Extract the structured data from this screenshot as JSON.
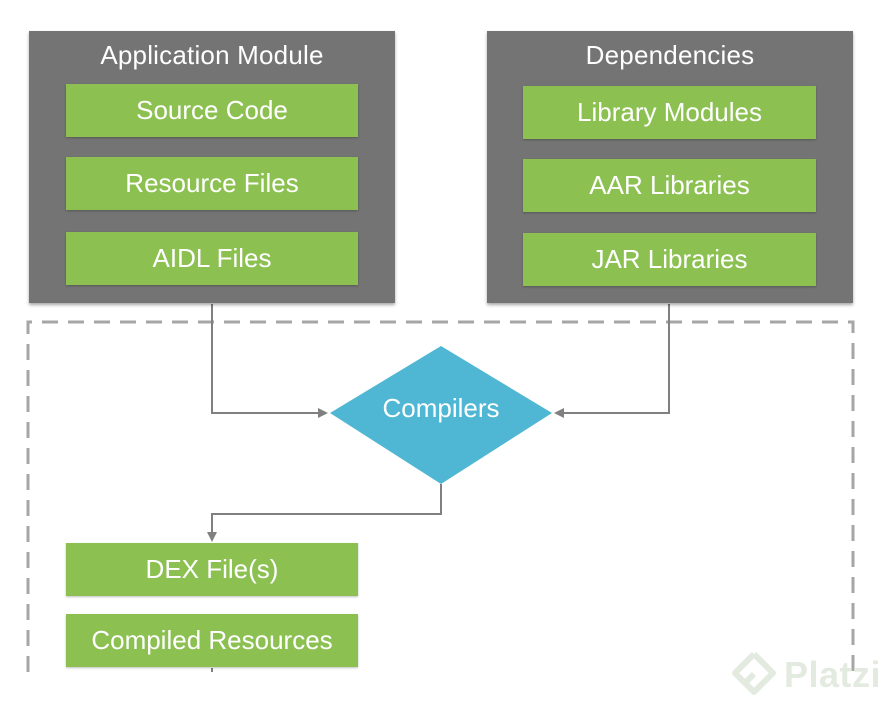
{
  "application_module": {
    "title": "Application Module",
    "items": [
      "Source Code",
      "Resource Files",
      "AIDL Files"
    ]
  },
  "dependencies": {
    "title": "Dependencies",
    "items": [
      "Library Modules",
      "AAR Libraries",
      "JAR Libraries"
    ]
  },
  "compilers": {
    "label": "Compilers"
  },
  "outputs": {
    "items": [
      "DEX File(s)",
      "Compiled Resources"
    ]
  },
  "watermark": {
    "text": "Platzi",
    "icon": "platzi-logo-icon"
  },
  "colors": {
    "panel": "#747474",
    "box_green": "#8cc152",
    "diamond": "#4fb7d3",
    "connector": "#808080",
    "dashed_border": "#a6a6a6"
  }
}
